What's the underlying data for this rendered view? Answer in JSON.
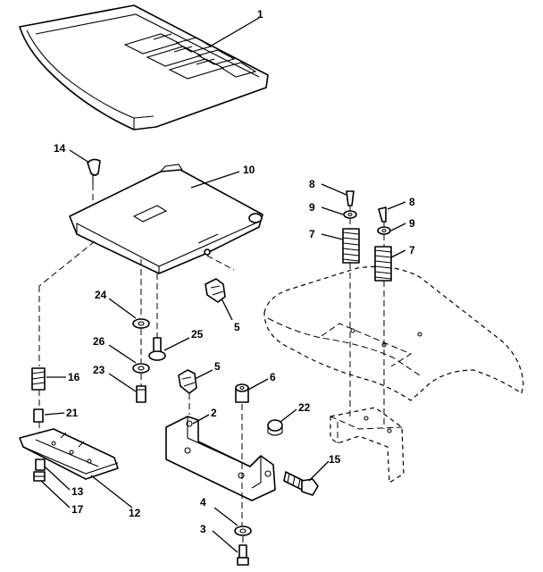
{
  "callouts": [
    {
      "id": "c1",
      "text": "1"
    },
    {
      "id": "c14",
      "text": "14"
    },
    {
      "id": "c10",
      "text": "10"
    },
    {
      "id": "c8a",
      "text": "8"
    },
    {
      "id": "c8b",
      "text": "8"
    },
    {
      "id": "c9a",
      "text": "9"
    },
    {
      "id": "c9b",
      "text": "9"
    },
    {
      "id": "c7a",
      "text": "7"
    },
    {
      "id": "c7b",
      "text": "7"
    },
    {
      "id": "c24",
      "text": "24"
    },
    {
      "id": "c5a",
      "text": "5"
    },
    {
      "id": "c25",
      "text": "25"
    },
    {
      "id": "c26",
      "text": "26"
    },
    {
      "id": "c23",
      "text": "23"
    },
    {
      "id": "c16",
      "text": "16"
    },
    {
      "id": "c5b",
      "text": "5"
    },
    {
      "id": "c6",
      "text": "6"
    },
    {
      "id": "c2",
      "text": "2"
    },
    {
      "id": "c22",
      "text": "22"
    },
    {
      "id": "c15",
      "text": "15"
    },
    {
      "id": "c21",
      "text": "21"
    },
    {
      "id": "c13",
      "text": "13"
    },
    {
      "id": "c12",
      "text": "12"
    },
    {
      "id": "c17",
      "text": "17"
    },
    {
      "id": "c4",
      "text": "4"
    },
    {
      "id": "c3",
      "text": "3"
    }
  ]
}
